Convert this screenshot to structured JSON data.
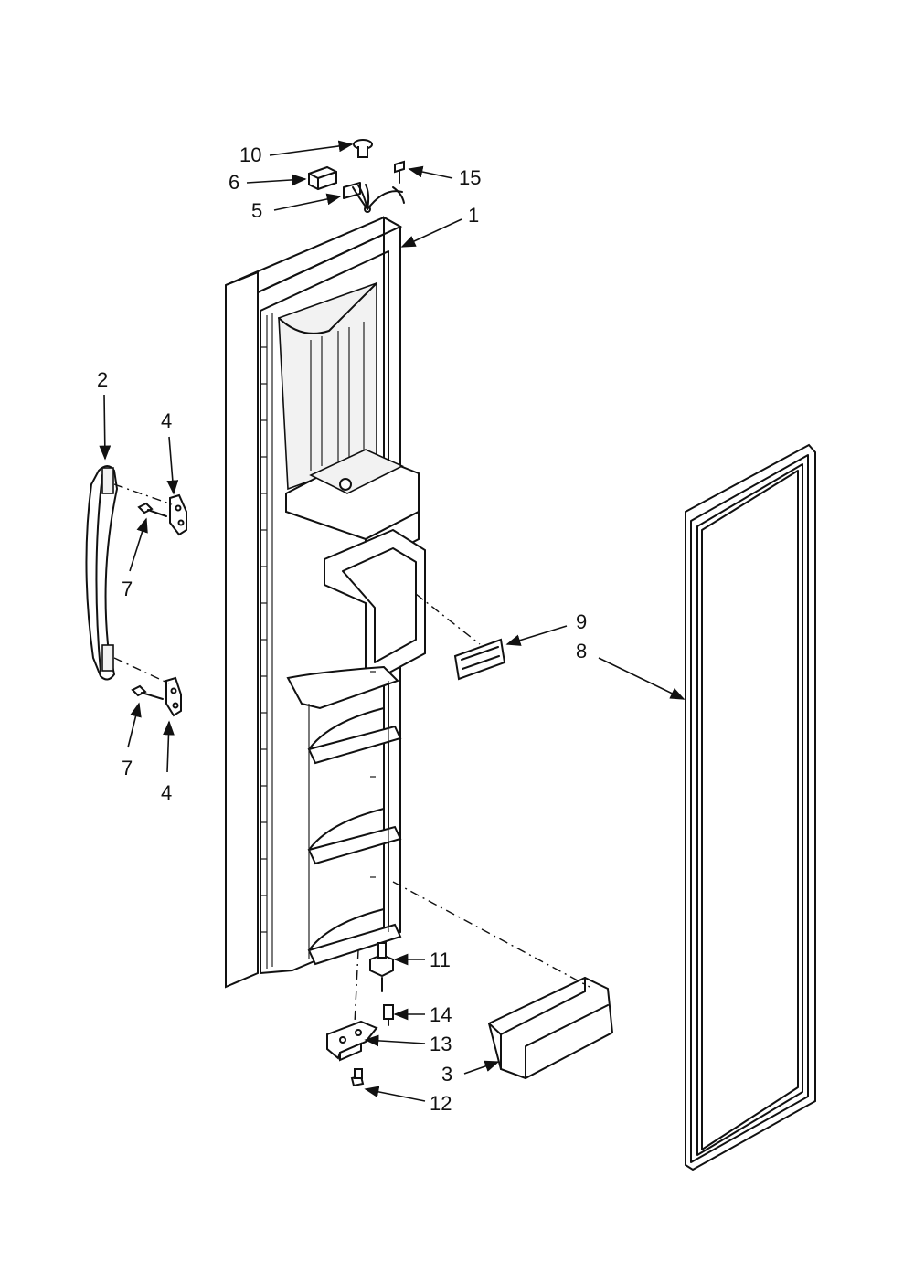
{
  "callouts": [
    {
      "id": "c10",
      "text": "10"
    },
    {
      "id": "c6",
      "text": "6"
    },
    {
      "id": "c5",
      "text": "5"
    },
    {
      "id": "c15",
      "text": "15"
    },
    {
      "id": "c1",
      "text": "1"
    },
    {
      "id": "c2",
      "text": "2"
    },
    {
      "id": "c4a",
      "text": "4"
    },
    {
      "id": "c7a",
      "text": "7"
    },
    {
      "id": "c9",
      "text": "9"
    },
    {
      "id": "c8",
      "text": "8"
    },
    {
      "id": "c7b",
      "text": "7"
    },
    {
      "id": "c4b",
      "text": "4"
    },
    {
      "id": "c11",
      "text": "11"
    },
    {
      "id": "c14",
      "text": "14"
    },
    {
      "id": "c13",
      "text": "13"
    },
    {
      "id": "c3",
      "text": "3"
    },
    {
      "id": "c12",
      "text": "12"
    }
  ]
}
